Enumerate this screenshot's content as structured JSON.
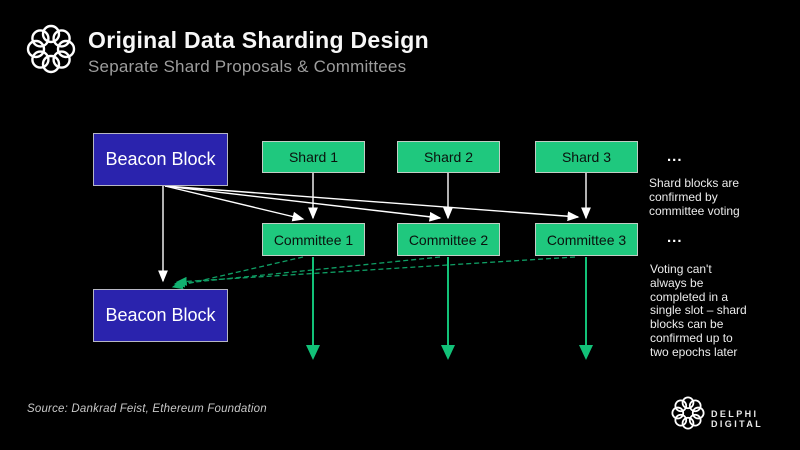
{
  "header": {
    "title": "Original Data Sharding Design",
    "subtitle": "Separate Shard Proposals & Committees"
  },
  "diagram": {
    "beacon_top": "Beacon Block",
    "beacon_bottom": "Beacon Block",
    "shards": [
      "Shard 1",
      "Shard 2",
      "Shard 3"
    ],
    "committees": [
      "Committee 1",
      "Committee 2",
      "Committee 3"
    ],
    "shards_ellipsis": "...",
    "committees_ellipsis": "...",
    "note_confirm": "Shard blocks are\nconfirmed by\ncommittee voting",
    "note_voting": "Voting can't\nalways be\ncompleted in a\nsingle slot – shard\nblocks can be\nconfirmed up to\ntwo epochs later"
  },
  "footer": {
    "source": "Source: Dankrad Feist, Ethereum Foundation",
    "brand": "DELPHI DIGITAL"
  },
  "colors": {
    "background": "#000000",
    "beacon_blue": "#2a23ad",
    "node_green": "#1fc87e",
    "arrow_white": "#ffffff",
    "dashed_green": "#0f9e64",
    "solid_green": "#12c178"
  }
}
